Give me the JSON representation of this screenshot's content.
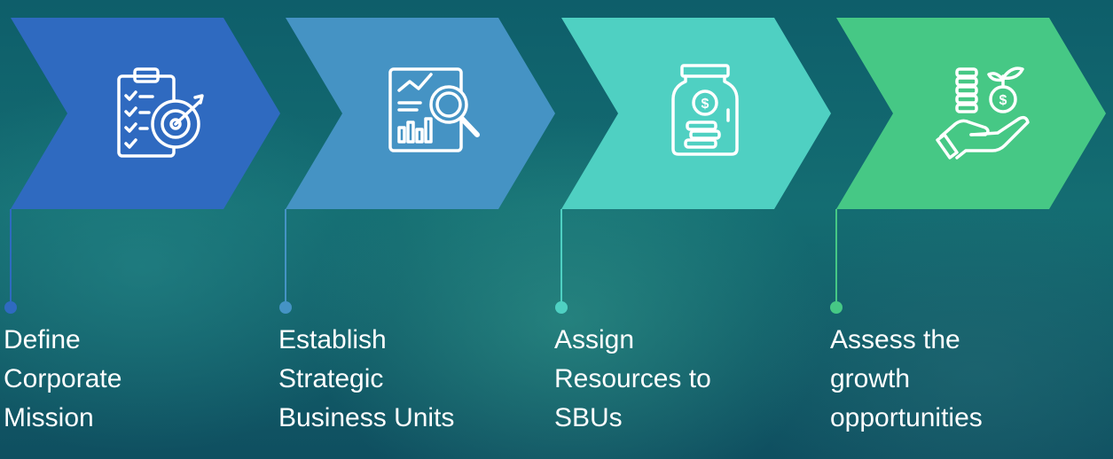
{
  "steps": [
    {
      "label_lines": [
        "Define",
        "Corporate",
        "Mission"
      ],
      "color": "#2f6ac0",
      "icon": "clipboard-target-icon"
    },
    {
      "label_lines": [
        "Establish",
        "Strategic",
        "Business Units"
      ],
      "color": "#4593c4",
      "icon": "report-magnifier-icon"
    },
    {
      "label_lines": [
        "Assign",
        "Resources to",
        "SBUs"
      ],
      "color": "#4fd0c2",
      "icon": "money-jar-icon"
    },
    {
      "label_lines": [
        "Assess the",
        "growth",
        "opportunities"
      ],
      "color": "#46c885",
      "icon": "hand-coins-plant-icon"
    }
  ]
}
